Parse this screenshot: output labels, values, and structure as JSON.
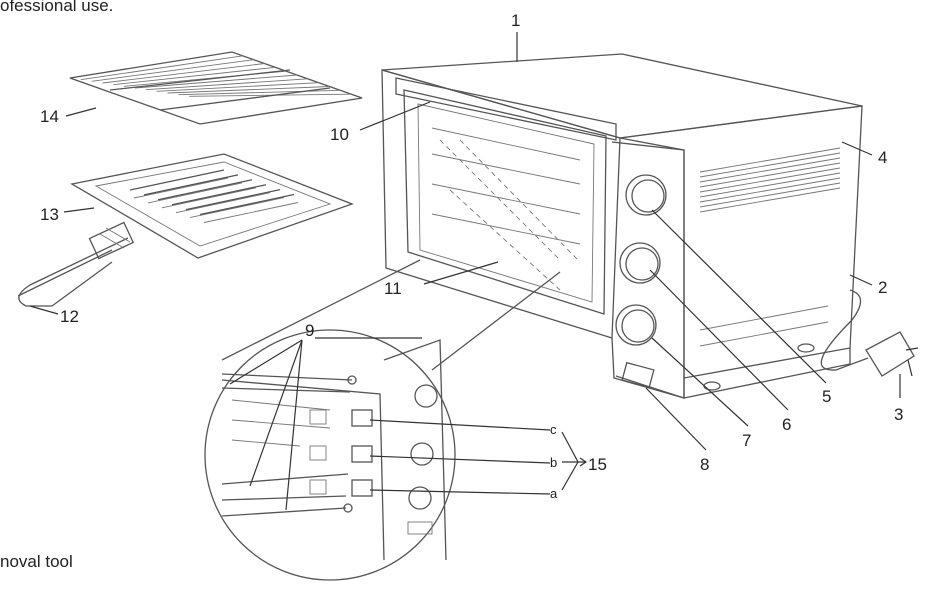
{
  "text_fragments": {
    "top_left": "ofessional use.",
    "bottom_left": "noval tool"
  },
  "callouts": [
    {
      "id": "1",
      "label": "1"
    },
    {
      "id": "2",
      "label": "2"
    },
    {
      "id": "3",
      "label": "3"
    },
    {
      "id": "4",
      "label": "4"
    },
    {
      "id": "5",
      "label": "5"
    },
    {
      "id": "6",
      "label": "6"
    },
    {
      "id": "7",
      "label": "7"
    },
    {
      "id": "8",
      "label": "8"
    },
    {
      "id": "9",
      "label": "9"
    },
    {
      "id": "10",
      "label": "10"
    },
    {
      "id": "11",
      "label": "11"
    },
    {
      "id": "12",
      "label": "12"
    },
    {
      "id": "13",
      "label": "13"
    },
    {
      "id": "14",
      "label": "14"
    },
    {
      "id": "15",
      "label": "15"
    }
  ],
  "rail_positions": [
    {
      "id": "a",
      "label": "a"
    },
    {
      "id": "b",
      "label": "b"
    },
    {
      "id": "c",
      "label": "c"
    }
  ]
}
